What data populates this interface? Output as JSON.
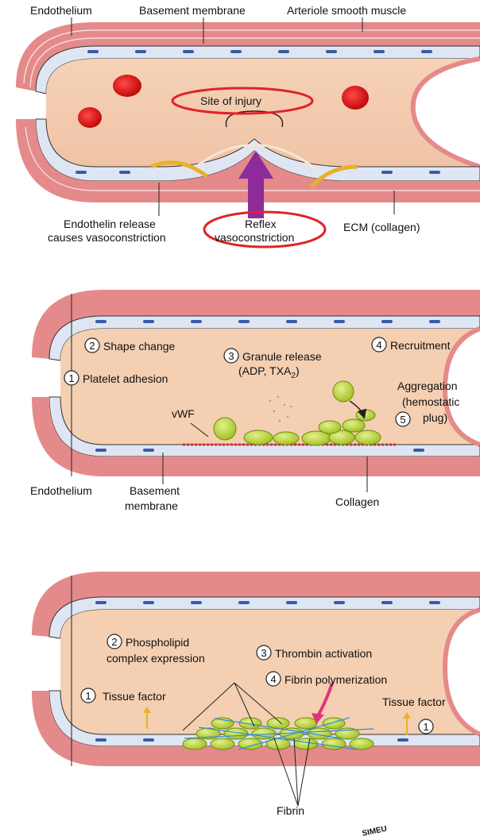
{
  "panel1": {
    "endothelium": "Endothelium",
    "basement_membrane": "Basement membrane",
    "arteriole_smooth_muscle": "Arteriole smooth muscle",
    "site_of_injury": "Site of injury",
    "endothelin_line1": "Endothelin release",
    "endothelin_line2": "causes vasoconstriction",
    "reflex_line1": "Reflex",
    "reflex_line2": "vasoconstriction",
    "ecm_collagen": "ECM (collagen)"
  },
  "panel2": {
    "shape_change_num": "2",
    "shape_change": "Shape change",
    "granule_num": "3",
    "granule_line1": "Granule release",
    "granule_line2_main": "(ADP, TXA",
    "granule_line2_sub": "2",
    "granule_line2_end": ")",
    "recruitment_num": "4",
    "recruitment": "Recruitment",
    "adhesion_num": "1",
    "adhesion": "Platelet adhesion",
    "aggregation_line1": "Aggregation",
    "aggregation_line2": "(hemostatic",
    "aggregation_num": "5",
    "aggregation_line3": "plug)",
    "vwf": "vWF",
    "endothelium": "Endothelium",
    "basement_line1": "Basement",
    "basement_line2": "membrane",
    "collagen": "Collagen"
  },
  "panel3": {
    "phospholipid_num": "2",
    "phospholipid_line1": "Phospholipid",
    "phospholipid_line2": "complex expression",
    "thrombin_num": "3",
    "thrombin": "Thrombin activation",
    "fibrin_poly_num": "4",
    "fibrin_poly": "Fibrin polymerization",
    "tissue_factor_left_num": "1",
    "tissue_factor_left": "Tissue factor",
    "tissue_factor_right": "Tissue factor",
    "tissue_factor_right_num": "1",
    "fibrin": "Fibrin"
  },
  "watermark": "SIMEU"
}
